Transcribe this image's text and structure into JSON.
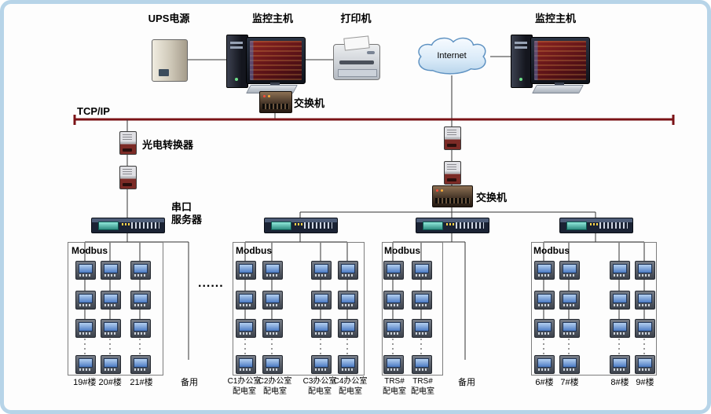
{
  "devices": {
    "ups": "UPS电源",
    "host1": "监控主机",
    "printer": "打印机",
    "host2": "监控主机",
    "internet": "Internet",
    "switch1": "交换机",
    "switch2": "交换机",
    "converter": "光电转换器",
    "serial_server": "串口\n服务器",
    "modbus": "Modbus"
  },
  "bus": {
    "label": "TCP/IP"
  },
  "ellipsis": "......",
  "bottom_labels": {
    "b19_20": "19#楼 20#楼",
    "b21": "21#楼",
    "spare1": "备用",
    "c1": "C1办公室\n配电室",
    "c2": "C2办公室\n配电室",
    "c3": "C3办公室\n配电室",
    "c4": "C4办公室\n配电室",
    "trs1": "TRS#\n配电室",
    "trs2": "TRS#\n配电室",
    "spare2": "备用",
    "b6": "6#楼",
    "b7": "7#楼",
    "b8": "8#楼",
    "b9": "9#楼"
  },
  "colors": {
    "bus": "#7b1216",
    "frame": "#b7d4e8",
    "line": "#333333"
  }
}
